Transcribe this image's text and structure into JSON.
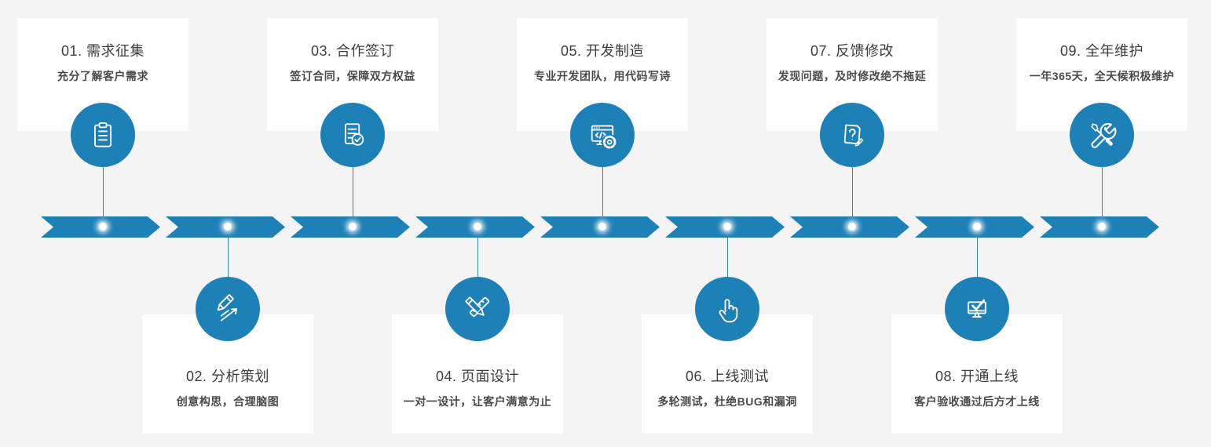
{
  "theme": {
    "accent_blue": "#1d80b6",
    "connector_blue": "#2f88b9",
    "background": "#f4f4f5",
    "card_background": "#ffffff",
    "title_color": "#3d3d3d",
    "subtitle_color": "#4a4a4a"
  },
  "process": {
    "steps": [
      {
        "number": "01",
        "title": "01. 需求征集",
        "subtitle": "充分了解客户需求",
        "icon": "clipboard-icon",
        "position": "top"
      },
      {
        "number": "02",
        "title": "02. 分析策划",
        "subtitle": "创意构思，合理脑图",
        "icon": "pencil-draft-icon",
        "position": "bottom"
      },
      {
        "number": "03",
        "title": "03. 合作签订",
        "subtitle": "签订合同，保障双方权益",
        "icon": "contract-check-icon",
        "position": "top"
      },
      {
        "number": "04",
        "title": "04. 页面设计",
        "subtitle": "一对一设计，让客户满意为止",
        "icon": "design-tools-icon",
        "position": "bottom"
      },
      {
        "number": "05",
        "title": "05. 开发制造",
        "subtitle": "专业开发团队，用代码写诗",
        "icon": "code-dev-icon",
        "position": "top"
      },
      {
        "number": "06",
        "title": "06. 上线测试",
        "subtitle": "多轮测试，杜绝BUG和漏洞",
        "icon": "click-hand-icon",
        "position": "bottom"
      },
      {
        "number": "07",
        "title": "07. 反馈修改",
        "subtitle": "发现问题，及时修改绝不拖延",
        "icon": "question-note-icon",
        "position": "top"
      },
      {
        "number": "08",
        "title": "08. 开通上线",
        "subtitle": "客户验收通过后方才上线",
        "icon": "monitor-check-icon",
        "position": "bottom"
      },
      {
        "number": "09",
        "title": "09. 全年维护",
        "subtitle": "一年365天，全天候积极维护",
        "icon": "tools-icon",
        "position": "top"
      }
    ]
  }
}
